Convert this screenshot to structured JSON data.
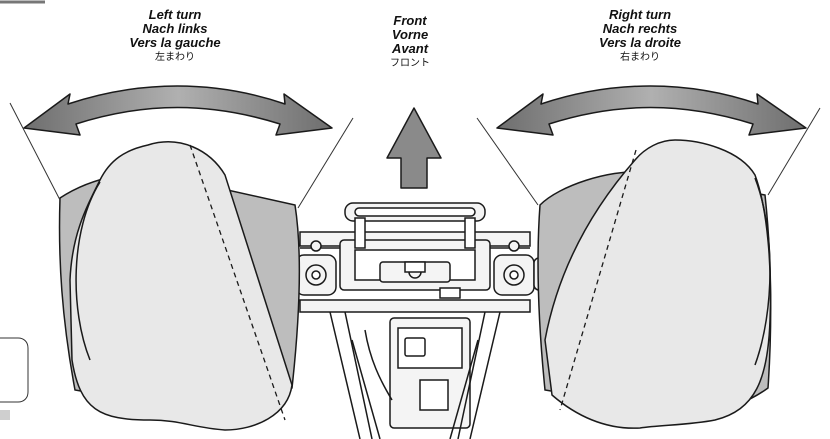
{
  "labels": {
    "left": {
      "en": "Left turn",
      "de": "Nach links",
      "fr": "Vers la gauche",
      "ja": "左まわり"
    },
    "front": {
      "en": "Front",
      "de": "Vorne",
      "fr": "Avant",
      "ja": "フロント"
    },
    "right": {
      "en": "Right turn",
      "de": "Nach rechts",
      "fr": "Vers la droite",
      "ja": "右まわり"
    }
  },
  "colors": {
    "arrow_fill": "#8a8a8a",
    "tire_light": "#e6e6e6",
    "tire_dark": "#bdbdbd",
    "line": "#1a1a1a"
  }
}
